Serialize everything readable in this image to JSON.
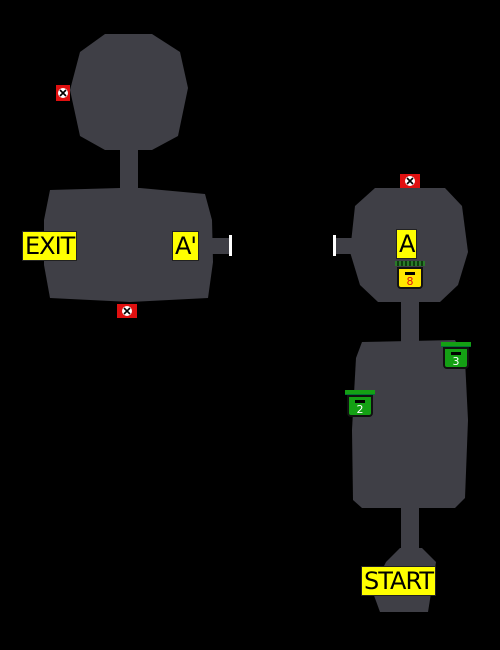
{
  "colors": {
    "background": "#000000",
    "room": "#3f3f46",
    "label_bg": "#ffff00",
    "door": "#ffffff",
    "hazard": "#e01010",
    "crate_green": "#14a014",
    "crate_yellow": "#ffe600"
  },
  "labels": {
    "exit": "EXIT",
    "a_prime": "A'",
    "a": "A",
    "start": "START"
  },
  "crates": {
    "yellow": {
      "number": "8"
    },
    "green_left": {
      "number": "2"
    },
    "green_right": {
      "number": "3"
    }
  },
  "icons": {
    "hazard": "x-mark-icon",
    "crate": "crate-icon",
    "door": "door-marker-icon"
  }
}
